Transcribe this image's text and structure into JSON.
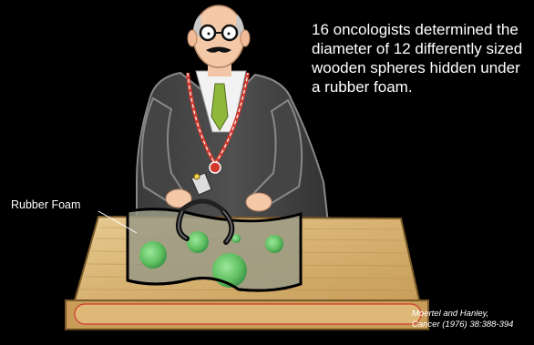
{
  "caption": "16 oncologists determined the diameter of 12 differently sized wooden spheres hidden under a rubber foam.",
  "labels": {
    "rubber_foam": "Rubber Foam"
  },
  "citation": {
    "line1": "Moertel and Hanley,",
    "line2": "Cancer (1976) 38:388-394"
  },
  "colors": {
    "background": "#000000",
    "table_wood": "#D9B77A",
    "foam": "#9A9A86",
    "spheres": "#6FCF6F",
    "tie": "#8DB83A",
    "lanyard": "#D23A2E"
  },
  "icons": [
    "oncologist-figure",
    "caliper-icon",
    "table",
    "rubber-foam-sheet",
    "sphere"
  ]
}
